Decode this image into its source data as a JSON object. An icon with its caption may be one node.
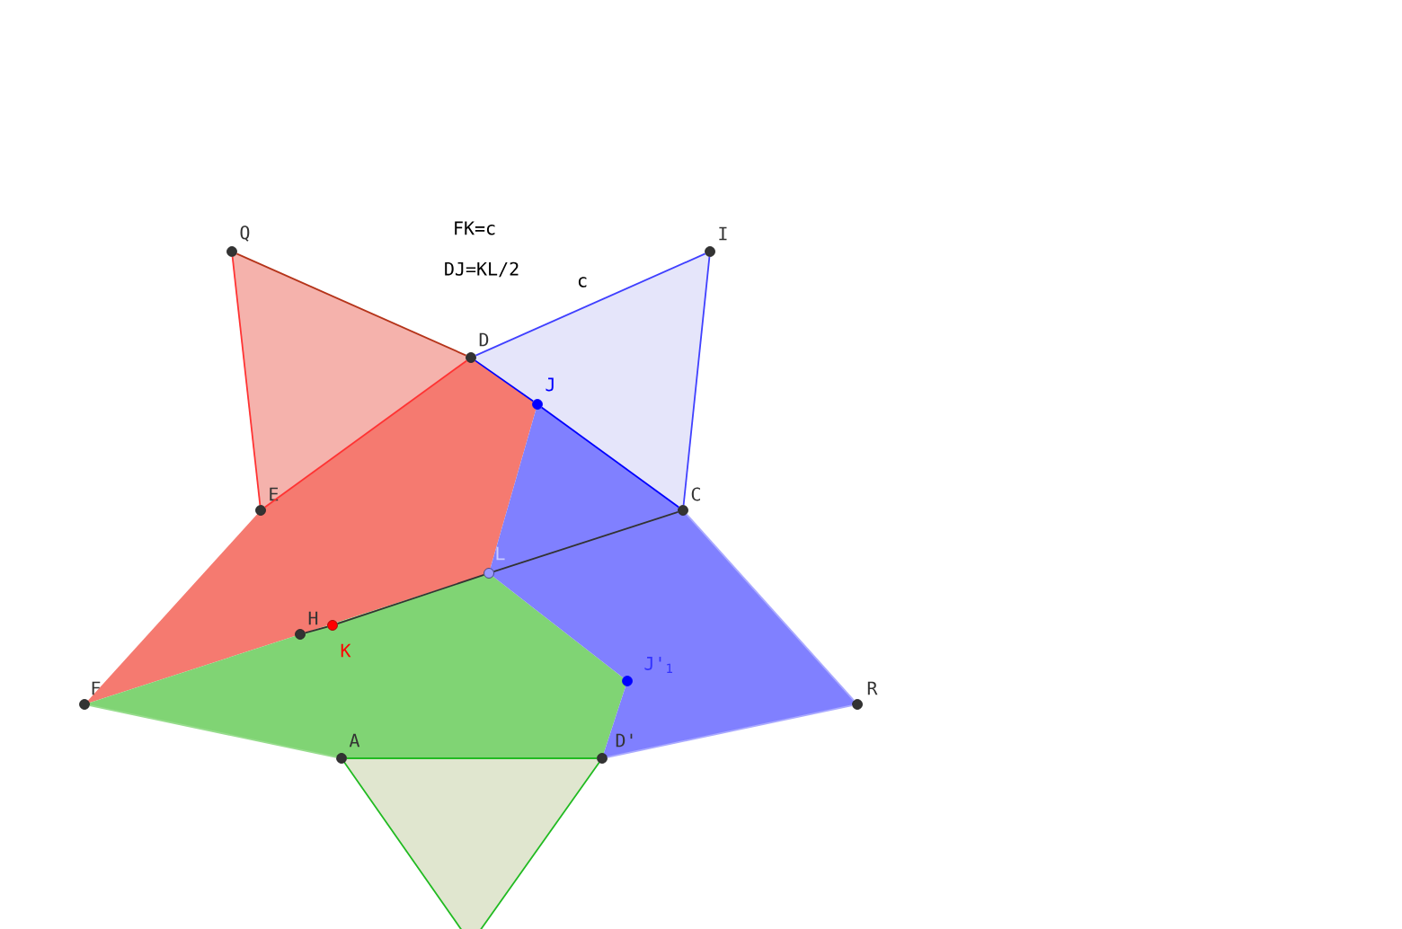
{
  "diagram": {
    "nodes": [
      {
        "text": [],
        "shape": "circle",
        "beside": [
          "Q"
        ]
      },
      {
        "text": [],
        "shape": "circle",
        "beside": [
          "I"
        ]
      },
      {
        "text": [],
        "shape": "circle",
        "beside": [
          "D"
        ]
      },
      {
        "text": [],
        "shape": "circle",
        "beside": [
          "J"
        ]
      },
      {
        "text": [],
        "shape": "circle",
        "beside": [
          "E"
        ]
      },
      {
        "text": [],
        "shape": "circle",
        "beside": [
          "C"
        ]
      },
      {
        "text": [],
        "shape": "circle",
        "beside": [
          "L"
        ]
      },
      {
        "text": [],
        "shape": "circle",
        "beside": [
          "H"
        ]
      },
      {
        "text": [],
        "shape": "circle",
        "beside": [
          "K"
        ]
      },
      {
        "text": [],
        "shape": "circle",
        "beside": [
          "F"
        ]
      },
      {
        "text": [],
        "shape": "circle",
        "beside": [
          "J'$_{1}$"
        ]
      },
      {
        "text": [],
        "shape": "circle",
        "beside": [
          "R"
        ]
      },
      {
        "text": [],
        "shape": "circle",
        "beside": [
          "A"
        ]
      },
      {
        "text": [],
        "shape": "circle",
        "beside": [
          "D'"
        ]
      }
    ],
    "edges": [
      {
        "from": 0,
        "to": 2,
        "arrow": "none",
        "color": "#b5341a"
      },
      {
        "from": 0,
        "to": 4,
        "arrow": "none",
        "color": "#ff3333"
      },
      {
        "from": 4,
        "to": 2,
        "arrow": "none",
        "color": "#ff3333"
      },
      {
        "from": 2,
        "to": 1,
        "arrow": "none",
        "color": "#4040ff",
        "label": "c"
      },
      {
        "from": 1,
        "to": 5,
        "arrow": "none",
        "color": "#4040ff"
      },
      {
        "from": 2,
        "to": 3,
        "arrow": "none",
        "color": "#0000ff"
      },
      {
        "from": 3,
        "to": 5,
        "arrow": "none",
        "color": "#0000ff"
      },
      {
        "from": 7,
        "to": 8,
        "arrow": "none",
        "color": "#333333"
      },
      {
        "from": 8,
        "to": 6,
        "arrow": "none",
        "color": "#333333"
      },
      {
        "from": 6,
        "to": 5,
        "arrow": "none",
        "color": "#333333"
      },
      {
        "from": 12,
        "to": 13,
        "arrow": "none",
        "color": "#22bb22"
      },
      {
        "from": 9,
        "to": 12,
        "arrow": "none",
        "color": "#96dc8c"
      },
      {
        "from": 13,
        "to": 11,
        "arrow": "none",
        "color": "#aaaaff"
      },
      {
        "from": 11,
        "to": 5,
        "arrow": "none",
        "color": "#aaaaff"
      }
    ],
    "labels": [
      "FK=c",
      "DJ=KL/2"
    ]
  }
}
